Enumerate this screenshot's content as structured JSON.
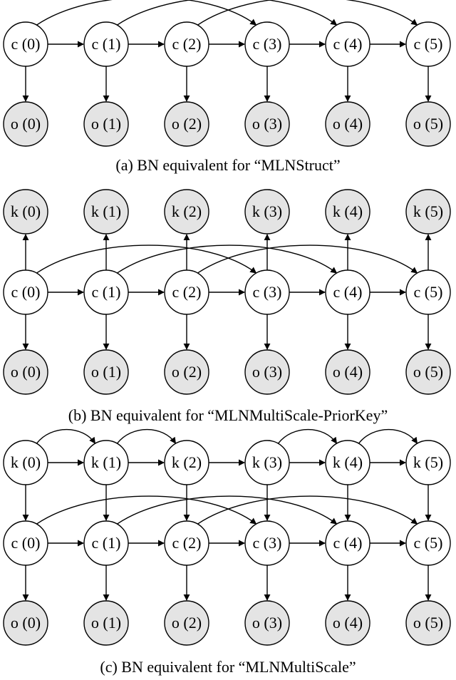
{
  "colors": {
    "latent_fill": "#ffffff",
    "observed_fill": "#e4e4e4",
    "stroke": "#000000"
  },
  "panels": [
    {
      "id": "a",
      "caption": "(a) BN equivalent for “MLNStruct”",
      "rows": [
        {
          "kind": "c",
          "labels": [
            "c (0)",
            "c (1)",
            "c (2)",
            "c (3)",
            "c (4)",
            "c (5)"
          ],
          "shaded": false
        },
        {
          "kind": "o",
          "labels": [
            "o (0)",
            "o (1)",
            "o (2)",
            "o (3)",
            "o (4)",
            "o (5)"
          ],
          "shaded": true
        }
      ],
      "edges": [
        {
          "from": "c0",
          "to": "c1"
        },
        {
          "from": "c1",
          "to": "c2"
        },
        {
          "from": "c2",
          "to": "c3"
        },
        {
          "from": "c3",
          "to": "c4"
        },
        {
          "from": "c4",
          "to": "c5"
        },
        {
          "from": "c0",
          "to": "c3",
          "curve": "above"
        },
        {
          "from": "c1",
          "to": "c4",
          "curve": "above"
        },
        {
          "from": "c2",
          "to": "c5",
          "curve": "above"
        },
        {
          "from": "c0",
          "to": "o0"
        },
        {
          "from": "c1",
          "to": "o1"
        },
        {
          "from": "c2",
          "to": "o2"
        },
        {
          "from": "c3",
          "to": "o3"
        },
        {
          "from": "c4",
          "to": "o4"
        },
        {
          "from": "c5",
          "to": "o5"
        }
      ]
    },
    {
      "id": "b",
      "caption": "(b) BN equivalent for “MLNMultiScale-PriorKey”",
      "rows": [
        {
          "kind": "k",
          "labels": [
            "k (0)",
            "k (1)",
            "k (2)",
            "k (3)",
            "k (4)",
            "k (5)"
          ],
          "shaded": true
        },
        {
          "kind": "c",
          "labels": [
            "c (0)",
            "c (1)",
            "c (2)",
            "c (3)",
            "c (4)",
            "c (5)"
          ],
          "shaded": false
        },
        {
          "kind": "o",
          "labels": [
            "o (0)",
            "o (1)",
            "o (2)",
            "o (3)",
            "o (4)",
            "o (5)"
          ],
          "shaded": true
        }
      ],
      "edges": [
        {
          "from": "c0",
          "to": "c1"
        },
        {
          "from": "c1",
          "to": "c2"
        },
        {
          "from": "c2",
          "to": "c3"
        },
        {
          "from": "c3",
          "to": "c4"
        },
        {
          "from": "c4",
          "to": "c5"
        },
        {
          "from": "c0",
          "to": "c3",
          "curve": "above"
        },
        {
          "from": "c1",
          "to": "c4",
          "curve": "above"
        },
        {
          "from": "c2",
          "to": "c5",
          "curve": "above"
        },
        {
          "from": "c0",
          "to": "k0"
        },
        {
          "from": "c1",
          "to": "k1"
        },
        {
          "from": "c2",
          "to": "k2"
        },
        {
          "from": "c3",
          "to": "k3"
        },
        {
          "from": "c4",
          "to": "k4"
        },
        {
          "from": "c5",
          "to": "k5"
        },
        {
          "from": "c0",
          "to": "o0"
        },
        {
          "from": "c1",
          "to": "o1"
        },
        {
          "from": "c2",
          "to": "o2"
        },
        {
          "from": "c3",
          "to": "o3"
        },
        {
          "from": "c4",
          "to": "o4"
        },
        {
          "from": "c5",
          "to": "o5"
        }
      ]
    },
    {
      "id": "c",
      "caption": "(c) BN equivalent for “MLNMultiScale”",
      "rows": [
        {
          "kind": "k",
          "labels": [
            "k (0)",
            "k (1)",
            "k (2)",
            "k (3)",
            "k (4)",
            "k (5)"
          ],
          "shaded": false
        },
        {
          "kind": "c",
          "labels": [
            "c (0)",
            "c (1)",
            "c (2)",
            "c (3)",
            "c (4)",
            "c (5)"
          ],
          "shaded": false
        },
        {
          "kind": "o",
          "labels": [
            "o (0)",
            "o (1)",
            "o (2)",
            "o (3)",
            "o (4)",
            "o (5)"
          ],
          "shaded": true
        }
      ],
      "edges": [
        {
          "from": "k0",
          "to": "k1"
        },
        {
          "from": "k1",
          "to": "k2"
        },
        {
          "from": "k2",
          "to": "k3"
        },
        {
          "from": "k3",
          "to": "k4"
        },
        {
          "from": "k4",
          "to": "k5"
        },
        {
          "from": "k0",
          "to": "k1",
          "curve": "above"
        },
        {
          "from": "k1",
          "to": "k2",
          "curve": "above"
        },
        {
          "from": "k3",
          "to": "k4",
          "curve": "above"
        },
        {
          "from": "k4",
          "to": "k5",
          "curve": "above"
        },
        {
          "from": "c0",
          "to": "c1"
        },
        {
          "from": "c1",
          "to": "c2"
        },
        {
          "from": "c2",
          "to": "c3"
        },
        {
          "from": "c3",
          "to": "c4"
        },
        {
          "from": "c4",
          "to": "c5"
        },
        {
          "from": "c0",
          "to": "c3",
          "curve": "above"
        },
        {
          "from": "c1",
          "to": "c4",
          "curve": "above"
        },
        {
          "from": "c2",
          "to": "c5",
          "curve": "above"
        },
        {
          "from": "k0",
          "to": "c0"
        },
        {
          "from": "k1",
          "to": "c1"
        },
        {
          "from": "k2",
          "to": "c2"
        },
        {
          "from": "k3",
          "to": "c3"
        },
        {
          "from": "k4",
          "to": "c4"
        },
        {
          "from": "k5",
          "to": "c5"
        },
        {
          "from": "c0",
          "to": "o0"
        },
        {
          "from": "c1",
          "to": "o1"
        },
        {
          "from": "c2",
          "to": "o2"
        },
        {
          "from": "c3",
          "to": "o3"
        },
        {
          "from": "c4",
          "to": "o4"
        },
        {
          "from": "c5",
          "to": "o5"
        }
      ]
    }
  ]
}
